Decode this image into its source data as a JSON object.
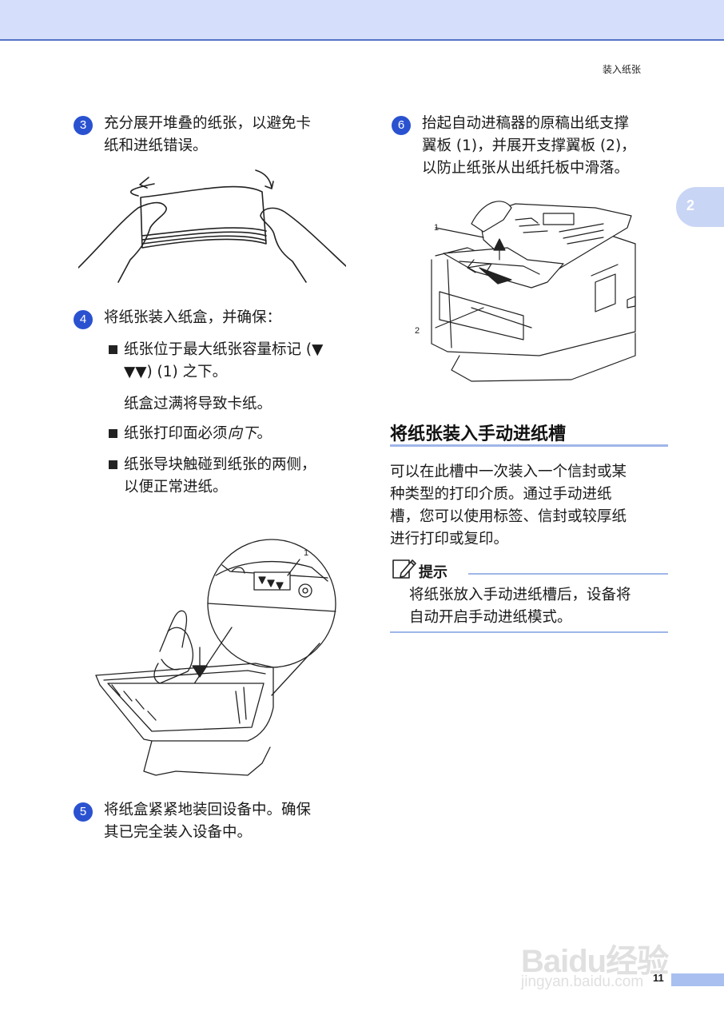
{
  "header": {
    "running_head": "装入纸张",
    "chapter_tab": "2"
  },
  "left": {
    "step3": {
      "num": "3",
      "line1": "充分展开堆叠的纸张，以避免卡",
      "line2": "纸和进纸错误。"
    },
    "step4": {
      "num": "4",
      "text": "将纸张装入纸盒，并确保：",
      "bullets": [
        {
          "line1": "纸张位于最大纸张容量标记 (▼",
          "line2": "▼▼) (1) 之下。"
        },
        {
          "line1": "纸张打印面必须",
          "emph": "向下",
          "tail": "。"
        },
        {
          "line1": "纸张导块触碰到纸张的两侧，",
          "line2": "以便正常进纸。"
        }
      ],
      "after_bullet1": "纸盒过满将导致卡纸。",
      "callout_label": "1"
    },
    "step5": {
      "num": "5",
      "line1": "将纸盒紧紧地装回设备中。确保",
      "line2": "其已完全装入设备中。"
    }
  },
  "right": {
    "step6": {
      "num": "6",
      "line1": "抬起自动进稿器的原稿出纸支撑",
      "line2": "翼板 (1)，并展开支撑翼板 (2)，",
      "line3": "以防止纸张从出纸托板中滑落。"
    },
    "callouts": [
      "1",
      "2"
    ],
    "section_title": "将纸张装入手动进纸槽",
    "para": [
      "可以在此槽中一次装入一个信封或某",
      "种类型的打印介质。通过手动进纸",
      "槽，您可以使用标签、信封或较厚纸",
      "进行打印或复印。"
    ],
    "note": {
      "title": "提示",
      "lines": [
        "将纸张放入手动进纸槽后，设备将",
        "自动开启手动进纸模式。"
      ]
    }
  },
  "footer": {
    "page_number": "11",
    "watermark": "Baidu经验",
    "watermark_url": "jingyan.baidu.com"
  }
}
